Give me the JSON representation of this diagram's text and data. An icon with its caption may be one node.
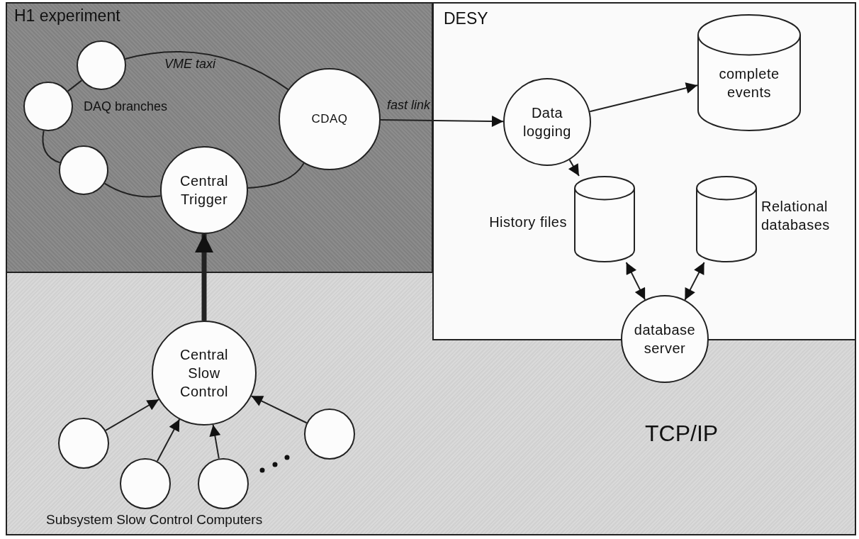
{
  "diagram": {
    "nodes": [
      {
        "text": [
          "TCP/IP"
        ]
      },
      {
        "text": [
          "H1 experiment"
        ],
        "in": 0
      },
      {
        "text": [],
        "shape": "circle",
        "in": 1
      },
      {
        "text": [],
        "shape": "circle",
        "in": 1
      },
      {
        "text": [],
        "shape": "circle",
        "in": 1
      },
      {
        "text": [
          "CDAQ"
        ],
        "in": 1
      },
      {
        "text": [
          "Central Trigger"
        ],
        "in": 1
      },
      {
        "text": [
          "DESY"
        ],
        "in": 0
      },
      {
        "text": [
          "Data logging"
        ],
        "in": 7
      },
      {
        "text": [
          "complete events"
        ],
        "in": 7
      },
      {
        "text": [],
        "shape": "cylinder",
        "beside": [
          "History files"
        ],
        "in": 7
      },
      {
        "text": [],
        "shape": "cylinder",
        "beside": [
          "Relational databases"
        ],
        "in": 7
      },
      {
        "text": [
          "database server"
        ],
        "in": 0
      },
      {
        "text": [
          "Central Slow Control"
        ],
        "in": 0
      },
      {
        "text": [],
        "shape": "circle",
        "in": 0
      },
      {
        "text": [],
        "shape": "circle",
        "in": 0
      },
      {
        "text": [],
        "shape": "circle",
        "in": 0
      },
      {
        "text": [],
        "shape": "circle",
        "in": 0
      }
    ],
    "edges": [
      {
        "from": 2,
        "to": 5,
        "arrow": "none",
        "label": "VME taxi"
      },
      {
        "from": 3,
        "to": 2,
        "arrow": "none"
      },
      {
        "from": 3,
        "to": 4,
        "arrow": "none"
      },
      {
        "from": 4,
        "to": 6,
        "arrow": "none"
      },
      {
        "from": 6,
        "to": 5,
        "arrow": "none"
      },
      {
        "from": 5,
        "to": 8,
        "arrow": "to",
        "label": "fast link"
      },
      {
        "from": 8,
        "to": 9,
        "arrow": "to"
      },
      {
        "from": 8,
        "to": 10,
        "arrow": "to"
      },
      {
        "from": 10,
        "to": 12,
        "arrow": "both"
      },
      {
        "from": 11,
        "to": 12,
        "arrow": "both"
      },
      {
        "from": 13,
        "to": 6,
        "arrow": "to",
        "style": "thick"
      },
      {
        "from": 14,
        "to": 13,
        "arrow": "to"
      },
      {
        "from": 15,
        "to": 13,
        "arrow": "to"
      },
      {
        "from": 16,
        "to": 13,
        "arrow": "to"
      },
      {
        "from": 17,
        "to": 13,
        "arrow": "to"
      }
    ],
    "labels": [
      "DAQ branches",
      "Subsystem Slow Control Computers"
    ]
  }
}
